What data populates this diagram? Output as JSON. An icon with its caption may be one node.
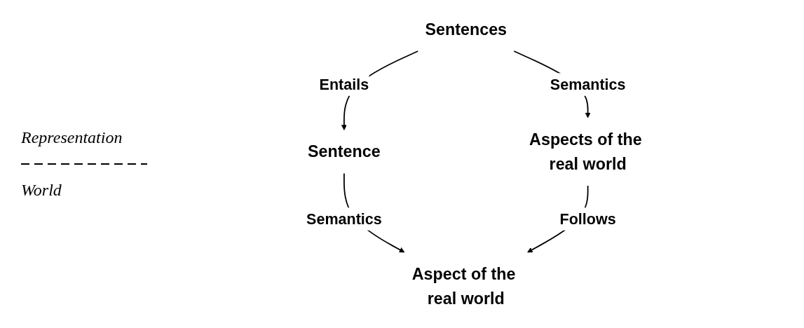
{
  "diagram": {
    "nodes": [
      {
        "text": [
          "Sentences"
        ]
      },
      {
        "text": [
          "Sentence"
        ]
      },
      {
        "text": [
          "Aspects of the real world"
        ]
      },
      {
        "text": [
          "Aspect of the real world"
        ]
      }
    ],
    "edges": [
      {
        "from": 0,
        "to": 1,
        "arrow": "to",
        "label": "Entails"
      },
      {
        "from": 0,
        "to": 2,
        "arrow": "to",
        "label": "Semantics"
      },
      {
        "from": 1,
        "to": 3,
        "arrow": "to",
        "label": "Semantics"
      },
      {
        "from": 2,
        "to": 3,
        "arrow": "to",
        "label": "Follows"
      }
    ],
    "labels": [
      "Representation",
      "World"
    ]
  }
}
